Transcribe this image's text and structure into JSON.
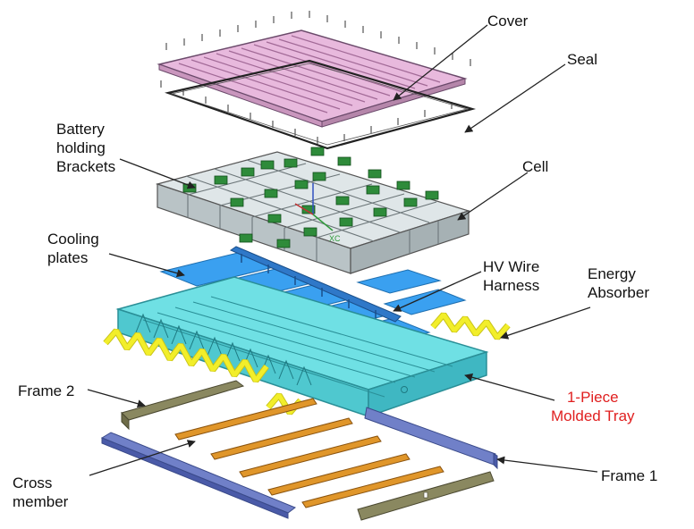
{
  "labels": {
    "cover": "Cover",
    "seal": "Seal",
    "battery_brackets": [
      "Battery",
      "holding",
      "Brackets"
    ],
    "cell": "Cell",
    "cooling_plates": [
      "Cooling",
      "plates"
    ],
    "hv_harness": [
      "HV Wire",
      "Harness"
    ],
    "energy_absorber": [
      "Energy",
      "Absorber"
    ],
    "frame2": "Frame 2",
    "molded_tray": [
      "1-Piece",
      "Molded Tray"
    ],
    "frame1": "Frame 1",
    "cross_member": [
      "Cross",
      "member"
    ],
    "axis_x": "XC"
  },
  "colors": {
    "cover": "#e8b9dd",
    "cell_top": "#dfe6e8",
    "cell_side": "#b9c3c6",
    "bracket": "#2e8b3a",
    "cooling": "#3aa0f0",
    "tray": "#6fe0e4",
    "tray_dark": "#3fb7c2",
    "absorber": "#f2ee2a",
    "frame2": "#8a8860",
    "frame1": "#7080c8",
    "cross": "#e0962a",
    "highlight_label": "#e02020"
  }
}
